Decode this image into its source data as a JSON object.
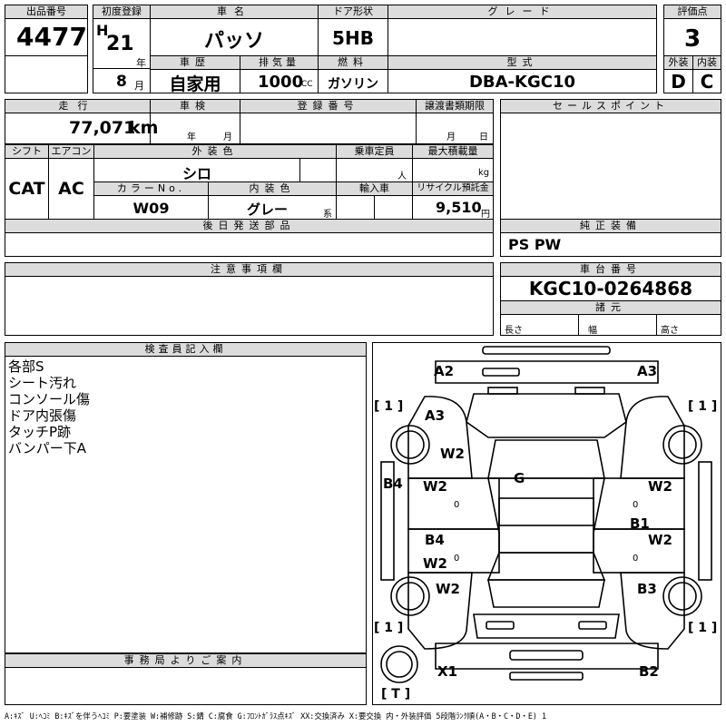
{
  "header": {
    "lot_no_label": "出品番号",
    "lot_no": "4477",
    "first_reg_label": "初度登録",
    "era": "H",
    "year": "21",
    "year_unit": "年",
    "month": "8",
    "month_unit": "月",
    "car_name_label": "車名",
    "car_name": "パッソ",
    "door_label": "ドア形状",
    "door": "5HB",
    "grade_label": "グレード",
    "grade": "",
    "score_label": "評価点",
    "score": "3",
    "history_label": "車歴",
    "history": "自家用",
    "displacement_label": "排気量",
    "displacement": "1000",
    "displacement_unit": "CC",
    "fuel_label": "燃料",
    "fuel": "ガソリン",
    "model_label": "型式",
    "model": "DBA-KGC10",
    "exterior_label": "外装",
    "exterior": "D",
    "interior_label": "内装",
    "interior": "C"
  },
  "row2": {
    "mileage_label": "走行",
    "mileage": "77,071",
    "mileage_unit": "km",
    "inspection_label": "車検",
    "inspection_year_unit": "年",
    "inspection_month_unit": "月",
    "reg_no_label": "登録番号",
    "transfer_label": "譲渡書類期限",
    "transfer_month_unit": "月",
    "transfer_day_unit": "日",
    "sales_point_label": "セールスポイント"
  },
  "row3": {
    "shift_label": "シフト",
    "shift": "CAT",
    "ac_label": "エアコン",
    "ac": "AC",
    "ext_color_label": "外装色",
    "ext_color": "シロ",
    "capacity_label": "乗車定員",
    "capacity_unit": "人",
    "max_load_label": "最大積載量",
    "max_load_unit": "kg",
    "color_no_label": "カラーNo.",
    "color_no": "W09",
    "int_color_label": "内装色",
    "int_color": "グレー",
    "int_color_unit": "系",
    "import_label": "輸入車",
    "recycle_label": "リサイクル預託金",
    "recycle": "9,510",
    "recycle_unit": "円"
  },
  "later_parts_label": "後日発送部品",
  "genuine_equip_label": "純正装備",
  "genuine_equip": "PS PW",
  "notes_label": "注意事項欄",
  "chassis_label": "車台番号",
  "chassis_no": "KGC10-0264868",
  "specs_label": "諸元",
  "length_label": "長さ",
  "width_label": "幅",
  "height_label": "高さ",
  "inspector_label": "検査員記入欄",
  "inspector_notes": [
    "各部S",
    "シート汚れ",
    "コンソール傷",
    "ドア内張傷",
    "タッチP跡",
    "バンパー下A"
  ],
  "office_label": "事務局よりご案内",
  "diagram_marks": {
    "a2": "A2",
    "a3_tr": "A3",
    "a3_l": "A3",
    "w2_1": "W2",
    "b4_l": "B4",
    "w2_2": "W2",
    "g": "G",
    "w2_r1": "W2",
    "b1": "B1",
    "w2_r2": "W2",
    "b4_c": "B4",
    "w2_3": "W2",
    "w2_4": "W2",
    "b3": "B3",
    "x1": "X1",
    "b2": "B2",
    "tire_tl": "[ 1 ]",
    "tire_tr": "[ 1 ]",
    "tire_bl": "[ 1 ]",
    "tire_br": "[ 1 ]",
    "trunk": "[ T ]",
    "zero1": "0",
    "zero2": "0",
    "zero3": "0",
    "zero4": "0"
  },
  "legend": "A:ｷｽﾞ U:ﾍｺﾐ B:ｷｽﾞを伴うﾍｺﾐ P:要塗装 W:補修跡 S:錆 C:腐食 G:ﾌﾛﾝﾄｶﾞﾗｽ点ｷｽﾞ XX:交換済み X:要交換 内・外装評価 5段階ﾗﾝｸ順(A・B・C・D・E) 1"
}
